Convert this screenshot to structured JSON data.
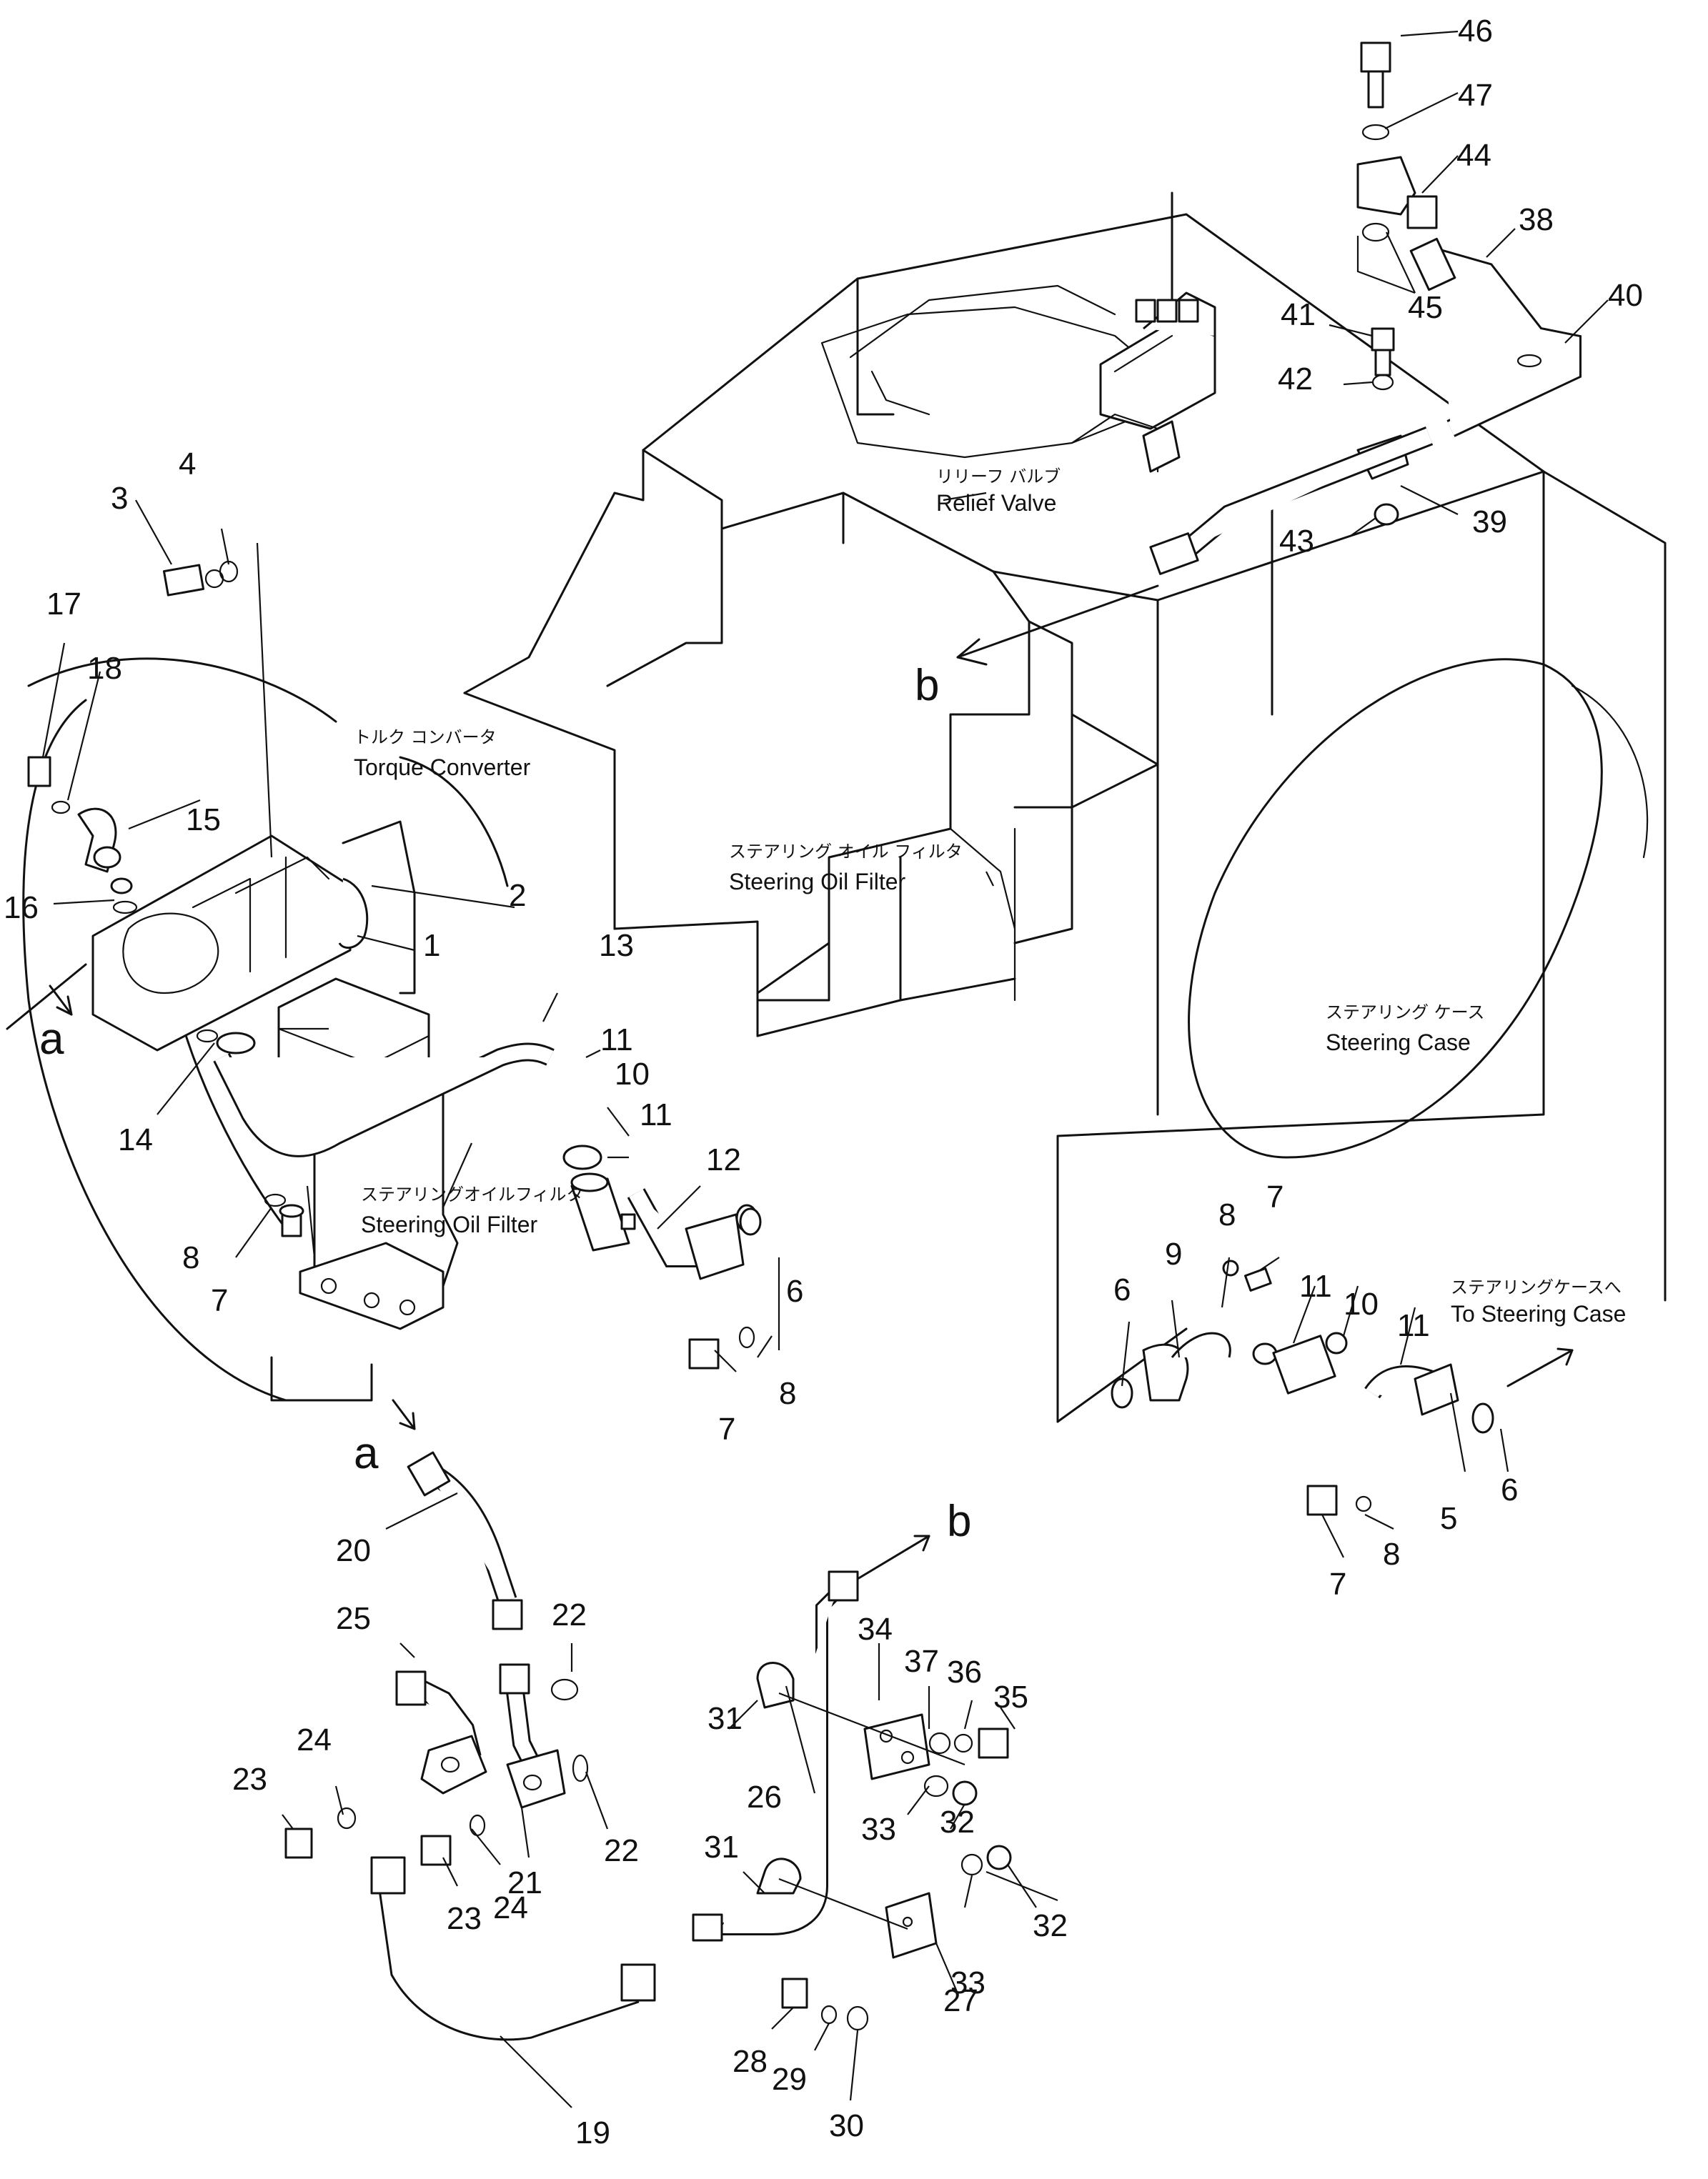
{
  "diagram": {
    "callouts": [
      "1",
      "2",
      "3",
      "4",
      "5",
      "6",
      "6",
      "6",
      "7",
      "7",
      "7",
      "7",
      "8",
      "8",
      "8",
      "8",
      "9",
      "10",
      "10",
      "11",
      "11",
      "11",
      "11",
      "12",
      "13",
      "14",
      "15",
      "16",
      "17",
      "18",
      "19",
      "20",
      "21",
      "22",
      "22",
      "23",
      "23",
      "24",
      "24",
      "25",
      "26",
      "27",
      "28",
      "29",
      "30",
      "31",
      "31",
      "32",
      "32",
      "33",
      "33",
      "34",
      "35",
      "36",
      "37",
      "38",
      "39",
      "40",
      "41",
      "42",
      "43",
      "44",
      "45",
      "46",
      "47"
    ],
    "connection_letters": [
      "a",
      "a",
      "b",
      "b"
    ],
    "labels": {
      "relief_valve_jp": "リリーフ バルブ",
      "relief_valve_en": "Relief  Valve",
      "torque_converter_jp": "トルク コンバータ",
      "torque_converter_en": "Torque  Converter",
      "steering_oil_filter_jp": "ステアリング オイル フィルタ",
      "steering_oil_filter_en": "Steering   Oil   Filter",
      "steering_case_jp": "ステアリング ケース",
      "steering_case_en": "Steering   Case",
      "steering_oil_filter2_jp": "ステアリングオイルフィルタ",
      "steering_oil_filter2_en": "Steering   Oil   Filter",
      "to_steering_case_jp": "ステアリングケースへ",
      "to_steering_case_en": "To Steering Case"
    }
  }
}
